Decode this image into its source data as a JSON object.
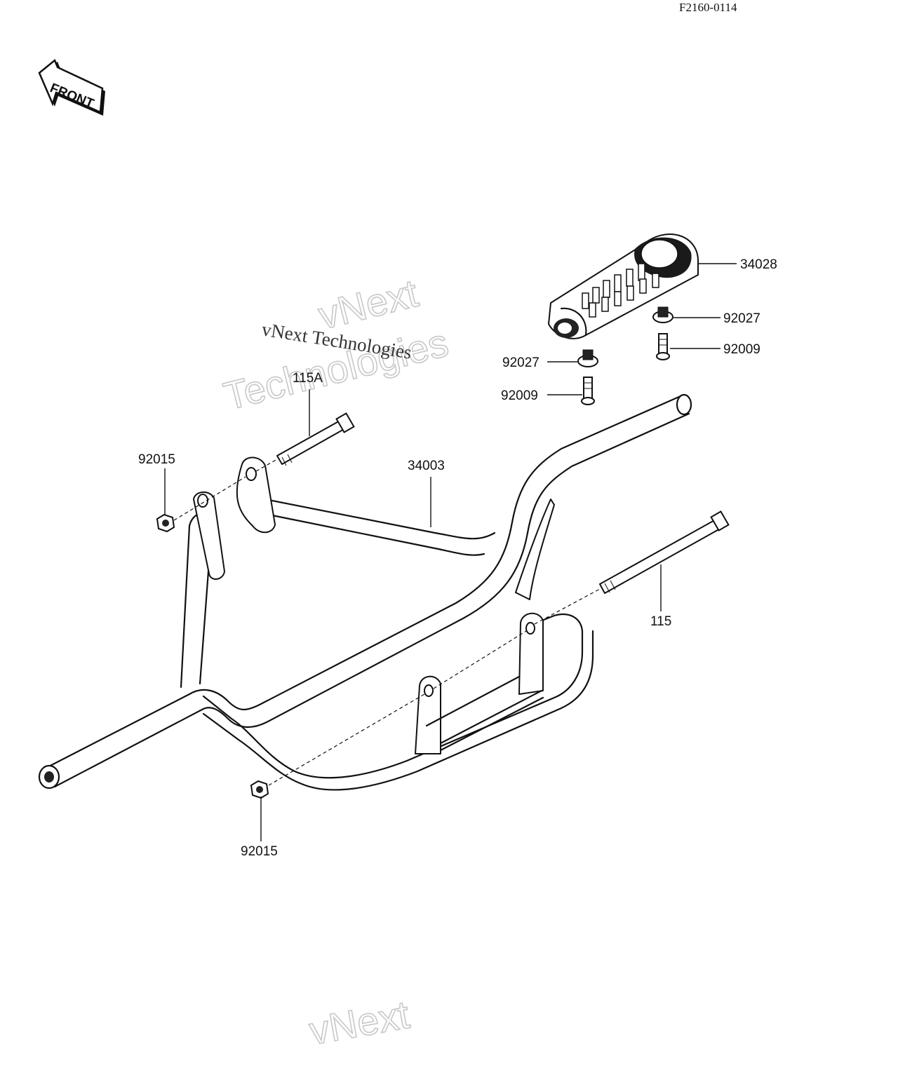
{
  "figure_code": "F2160-0114",
  "front_badge": "FRONT",
  "watermarks": {
    "serif_line": "vNext Technologies",
    "outline_line1": "vNext",
    "outline_line2": "Technologies",
    "bottom": "vNext"
  },
  "callouts": [
    {
      "part": "34028"
    },
    {
      "part": "92027"
    },
    {
      "part": "92009"
    },
    {
      "part": "92027"
    },
    {
      "part": "92009"
    },
    {
      "part": "115A"
    },
    {
      "part": "92015"
    },
    {
      "part": "34003"
    },
    {
      "part": "115"
    },
    {
      "part": "92015"
    }
  ]
}
